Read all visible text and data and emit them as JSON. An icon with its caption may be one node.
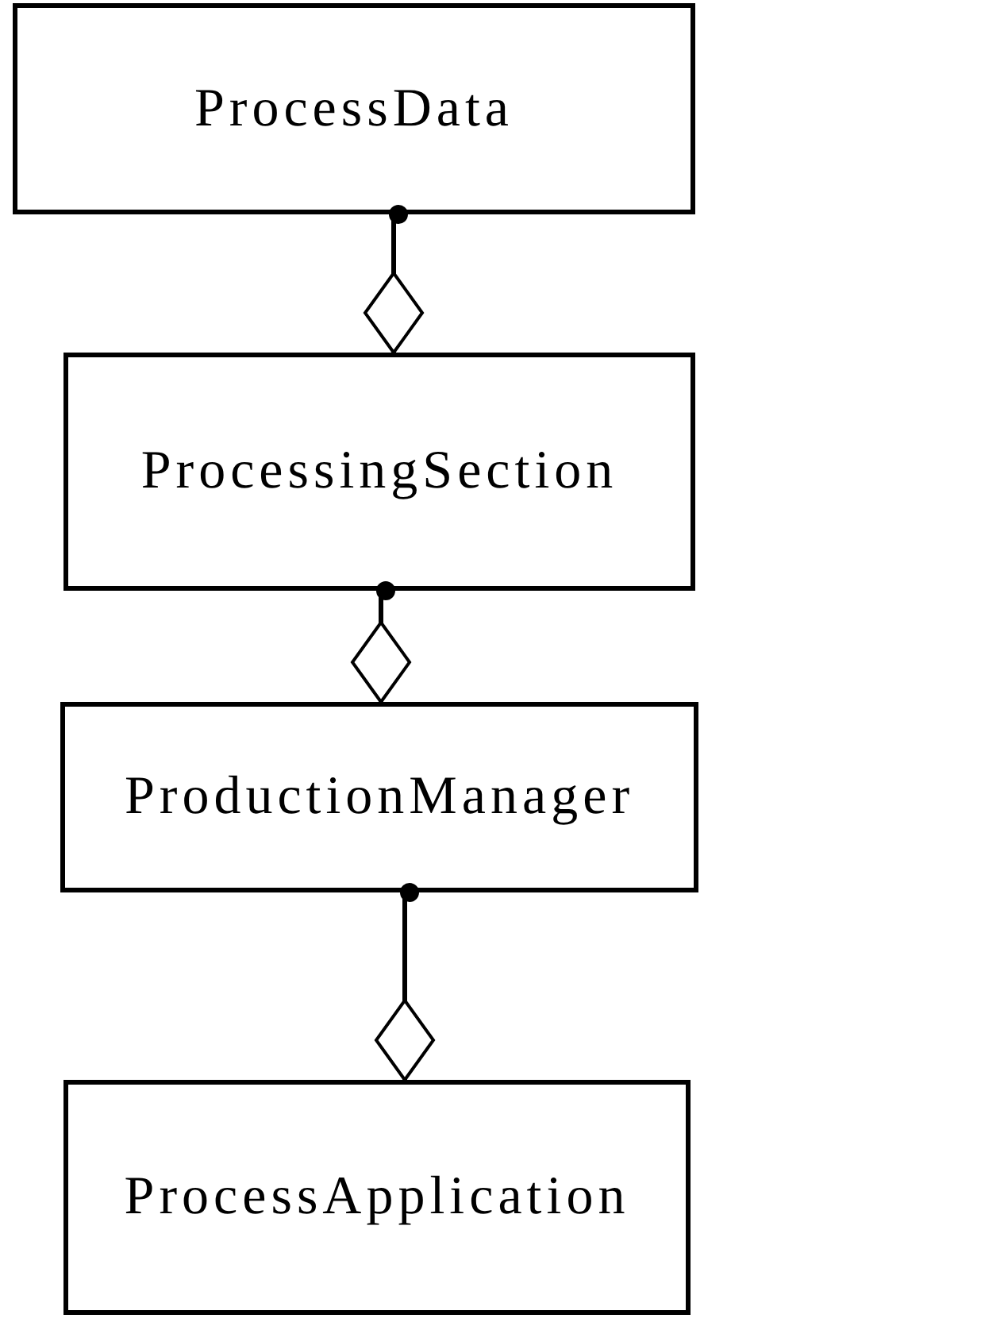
{
  "diagram": {
    "nodes": [
      {
        "text": [
          "ProcessData"
        ]
      },
      {
        "text": [
          "ProcessingSection"
        ]
      },
      {
        "text": [
          "ProductionManager"
        ]
      },
      {
        "text": [
          "ProcessApplication"
        ]
      }
    ],
    "edges": [
      {
        "from": 0,
        "to": 1,
        "arrow": "other"
      },
      {
        "from": 1,
        "to": 2,
        "arrow": "other"
      },
      {
        "from": 2,
        "to": 3,
        "arrow": "other"
      }
    ]
  }
}
